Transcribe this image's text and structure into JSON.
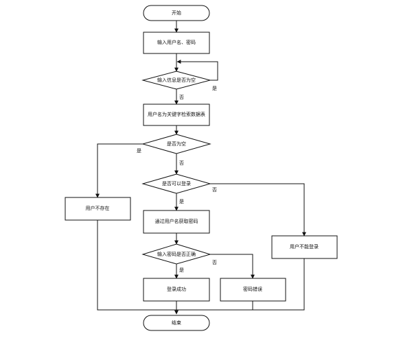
{
  "nodes": {
    "start": "开始",
    "input_user_pwd": "输入用户名、密码",
    "check_info_empty": "输入信息是否为空",
    "search_by_username": "用户名为关键字检索数据表",
    "check_result_empty": "是否为空",
    "user_not_exist": "用户不存在",
    "can_login": "是否可以登录",
    "get_pwd_by_username": "通过用户名获取密码",
    "cannot_login": "用户不能登录",
    "check_pwd_correct": "输入密码是否正确",
    "login_success": "登录成功",
    "pwd_error": "密码错误",
    "end": "结束"
  },
  "edge_labels": {
    "info_empty_yes": "是",
    "info_empty_no": "否",
    "result_empty_yes": "是",
    "result_empty_no": "否",
    "can_login_yes": "是",
    "can_login_no": "否",
    "pwd_correct_yes": "是",
    "pwd_correct_no": "否"
  }
}
